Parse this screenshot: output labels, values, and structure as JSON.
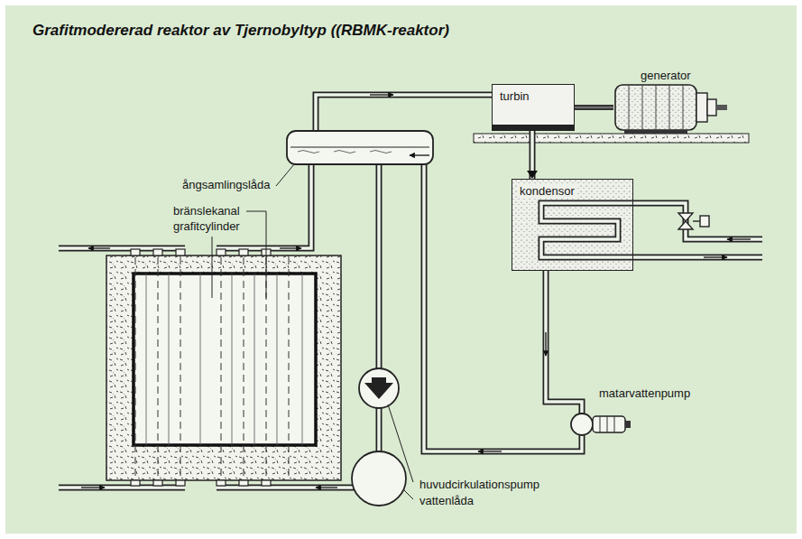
{
  "diagram": {
    "title": "Grafitmodererad reaktor av Tjernobyltyp ((RBMK-reaktor)",
    "nodes": [
      {
        "text": [
          "turbin"
        ]
      },
      {
        "text": [
          "generator"
        ]
      },
      {
        "text": [
          "kondensor"
        ]
      }
    ],
    "edges": [
      {
        "from": 0,
        "to": 1,
        "arrow": "none"
      },
      {
        "from": 0,
        "to": 2,
        "arrow": "to"
      }
    ],
    "labels": [
      "ångsamlingslåda",
      "bränslekanal",
      "grafitcylinder",
      "matarvattenpump",
      "huvudcirkulationspump",
      "vattenlåda"
    ]
  }
}
